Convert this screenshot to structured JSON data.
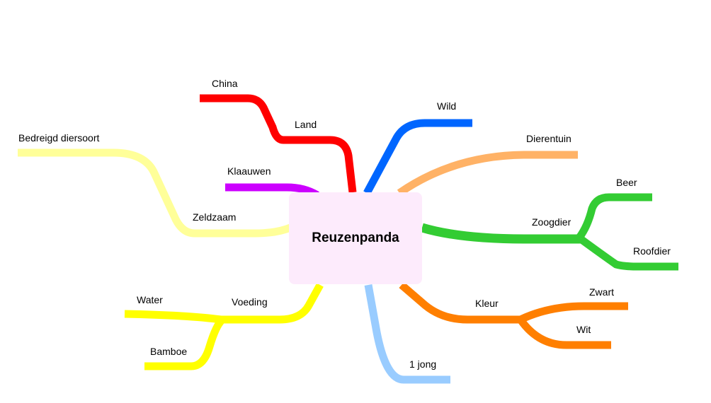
{
  "center": {
    "label": "Reuzenpanda"
  },
  "branches": {
    "land": {
      "label": "Land",
      "color": "#ff0000",
      "children": {
        "china": "China"
      }
    },
    "klauwen": {
      "label": "Klaauwen",
      "color": "#cc00ff"
    },
    "zeldzaam": {
      "label": "Zeldzaam",
      "color": "#ffff99",
      "children": {
        "bedreigd": "Bedreigd diersoort"
      }
    },
    "voeding": {
      "label": "Voeding",
      "color": "#ffff00",
      "children": {
        "water": "Water",
        "bamboe": "Bamboe"
      }
    },
    "jong": {
      "label": "1 jong",
      "color": "#99ccff"
    },
    "kleur": {
      "label": "Kleur",
      "color": "#ff7f00",
      "children": {
        "zwart": "Zwart",
        "wit": "Wit"
      }
    },
    "zoogdier": {
      "label": "Zoogdier",
      "color": "#33cc33",
      "children": {
        "beer": "Beer",
        "roofdier": "Roofdier"
      }
    },
    "dierentuin": {
      "label": "Dierentuin",
      "color": "#ffb266"
    },
    "wild": {
      "label": "Wild",
      "color": "#0066ff"
    }
  }
}
